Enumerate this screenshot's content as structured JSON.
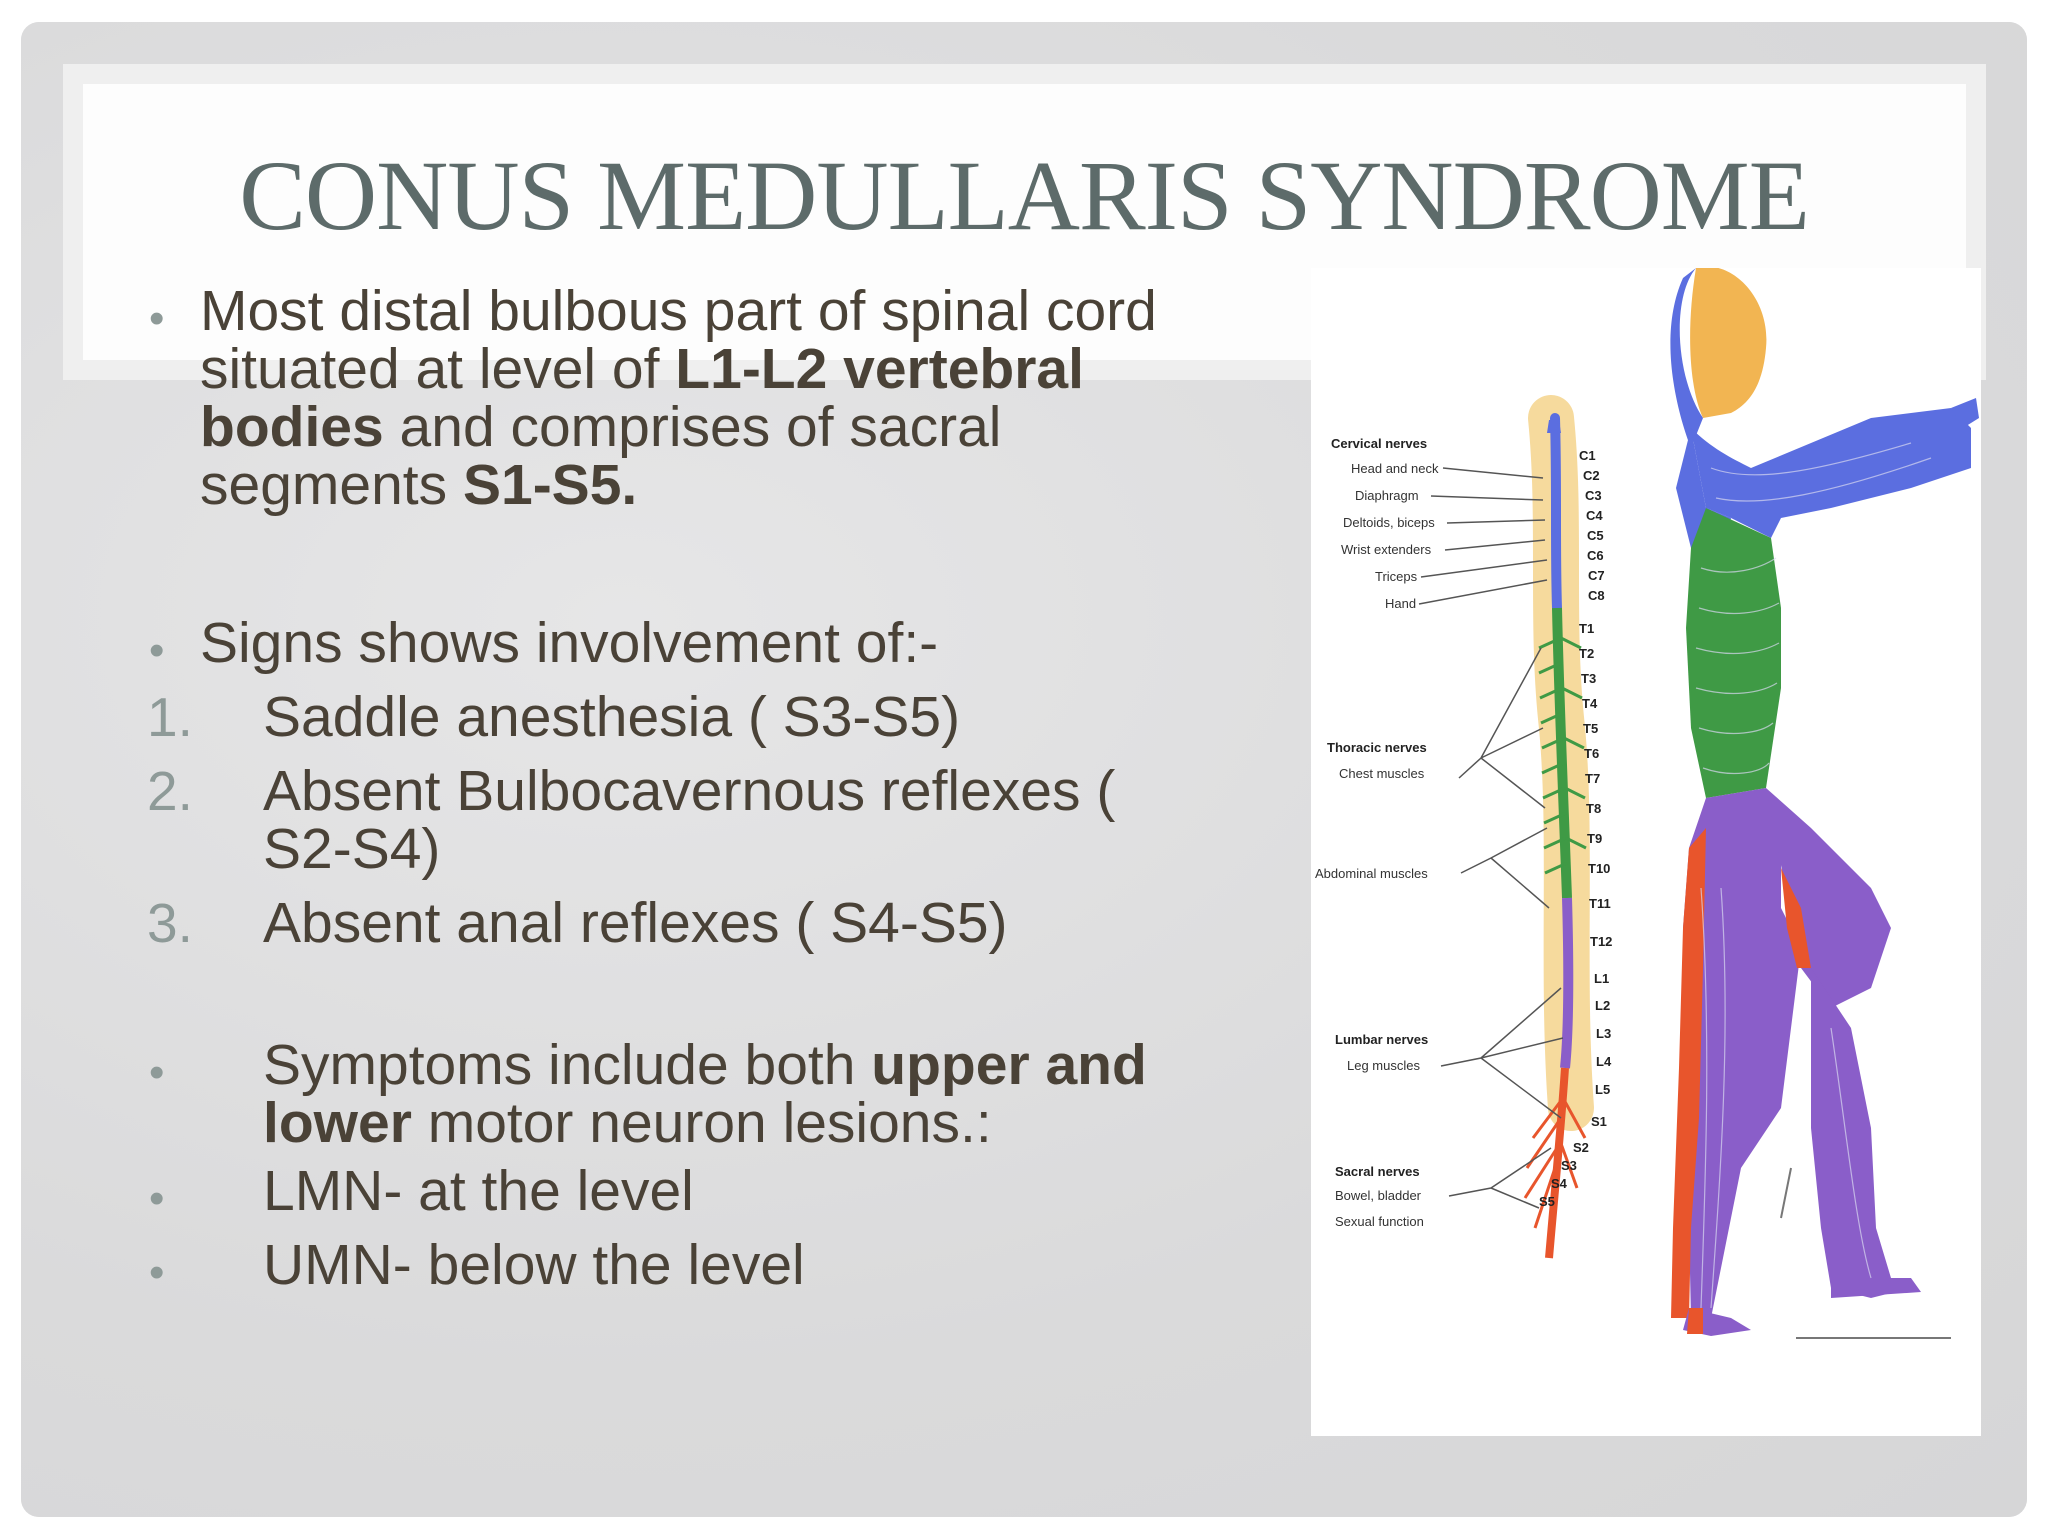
{
  "title": "CONUS MEDULLARIS SYNDROME",
  "intro": {
    "part1": "Most distal bulbous part of spinal cord",
    "part2": "situated at level of ",
    "bold1": "L1-L2 vertebral",
    "bold2": "bodies",
    "part3": " and comprises of sacral",
    "part4": "segments ",
    "bold3": "S1-S5."
  },
  "signs": {
    "heading": "Signs shows involvement of:-",
    "items": [
      {
        "num": "1.",
        "line1": "Saddle anesthesia ( S3-S5)",
        "line2": ""
      },
      {
        "num": "2.",
        "line1": "Absent Bulbocavernous reflexes (",
        "line2": "S2-S4)"
      },
      {
        "num": "3.",
        "line1": "Absent anal reflexes ( S4-S5)",
        "line2": ""
      }
    ]
  },
  "symptoms": {
    "line1_plain": "Symptoms include both ",
    "line1_bold": "upper and",
    "line2_bold": "lower",
    "line2_plain": " motor neuron lesions.:",
    "lmn": "LMN- at the level",
    "umn": "UMN- below the level"
  },
  "figure": {
    "groups": [
      {
        "name": "Cervical nerves",
        "items": [
          "Head and neck",
          "Diaphragm",
          "Deltoids, biceps",
          "Wrist extenders",
          "Triceps",
          "Hand"
        ]
      },
      {
        "name": "Thoracic nerves",
        "items": [
          "Chest muscles",
          "Abdominal muscles"
        ]
      },
      {
        "name": "Lumbar nerves",
        "items": [
          "Leg muscles"
        ]
      },
      {
        "name": "Sacral nerves",
        "items": [
          "Bowel, bladder",
          "Sexual function"
        ]
      }
    ],
    "segments": [
      "C1",
      "C2",
      "C3",
      "C4",
      "C5",
      "C6",
      "C7",
      "C8",
      "T1",
      "T2",
      "T3",
      "T4",
      "T5",
      "T6",
      "T7",
      "T8",
      "T9",
      "T10",
      "T11",
      "T12",
      "L1",
      "L2",
      "L3",
      "L4",
      "L5",
      "S1",
      "S2",
      "S3",
      "S4",
      "S5"
    ],
    "dermatome_colors": {
      "cervical": "#5b6ee0",
      "thoracic": "#3f9a45",
      "lumbar": "#8a5ec9",
      "sacral": "#e8552c",
      "face": "#f2b552"
    }
  }
}
